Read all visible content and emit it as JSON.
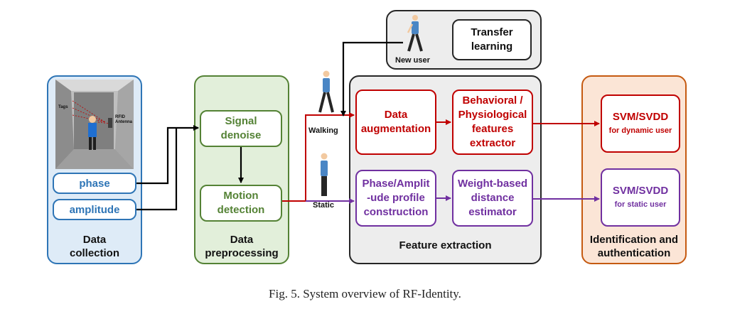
{
  "colors": {
    "blue": "#2E75B6",
    "blue_fill": "#DEEBF7",
    "green": "#548235",
    "green_fill": "#E2EFDA",
    "gray_fill": "#EDEDED",
    "dark": "#262626",
    "orange": "#C55A11",
    "orange_fill": "#FBE5D6",
    "red": "#C00000",
    "purple": "#7030A0"
  },
  "data_collection": {
    "phase": "phase",
    "amplitude": "amplitude",
    "title": "Data\ncollection",
    "photo_labels": {
      "tags": "Tags",
      "antenna": "RFID\nAntenna"
    }
  },
  "preprocessing": {
    "signal_denoise": "Signal\ndenoise",
    "motion_detection": "Motion\ndetection",
    "title": "Data\npreprocessing"
  },
  "new_user": {
    "transfer_learning": "Transfer\nlearning",
    "label": "New user"
  },
  "feature_extraction": {
    "data_augmentation": "Data\naugmentation",
    "behavioral": "Behavioral /\nPhysiological\nfeatures\nextractor",
    "phase_profile": "Phase/Amplit\n-ude profile\nconstruction",
    "weight_based": "Weight-based\ndistance\nestimator",
    "title": "Feature extraction"
  },
  "states": {
    "walking": "Walking",
    "static": "Static"
  },
  "identification": {
    "svm_dynamic_title": "SVM/SVDD",
    "svm_dynamic_sub": "for dynamic user",
    "svm_static_title": "SVM/SVDD",
    "svm_static_sub": "for static user",
    "title": "Identification and\nauthentication"
  },
  "caption": "Fig. 5.  System overview of RF-Identity."
}
